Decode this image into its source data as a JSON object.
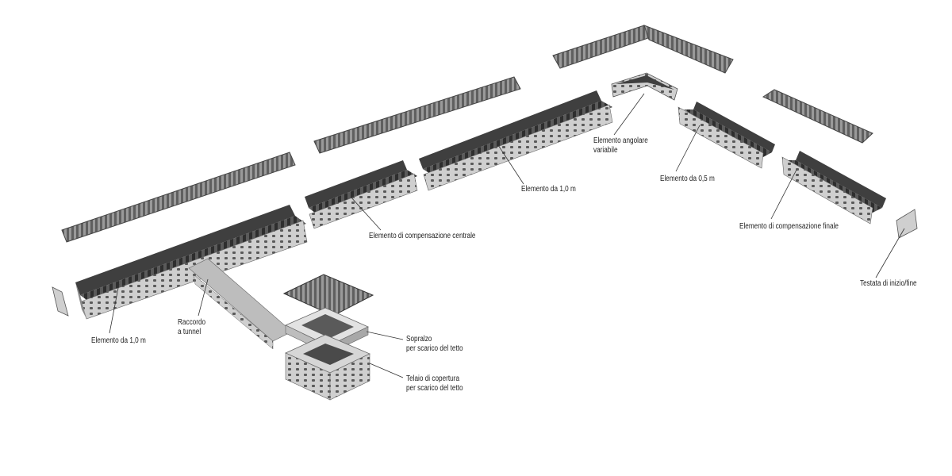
{
  "colors": {
    "steel_light": "#d9d9d9",
    "steel_mid": "#a8a8a8",
    "steel_dark": "#4a4a4a",
    "grate": "#6f6f6f",
    "leader": "#333333",
    "text": "#222222"
  },
  "labels": {
    "elemento_1m_left": "Elemento da 1,0 m",
    "raccordo_line1": "Raccordo",
    "raccordo_line2": "a tunnel",
    "compensazione_centrale": "Elemento di compensazione centrale",
    "elemento_1m_center": "Elemento da 1,0 m",
    "angolare_line1": "Elemento angolare",
    "angolare_line2": "variabile",
    "elemento_05m": "Elemento da 0,5 m",
    "compensazione_finale": "Elemento di compensazione finale",
    "testata": "Testata di inizio/fine",
    "sopralzo_line1": "Sopralzo",
    "sopralzo_line2": "per scarico del tetto",
    "telaio_line1": "Telaio di copertura",
    "telaio_line2": "per scarico del tetto"
  }
}
